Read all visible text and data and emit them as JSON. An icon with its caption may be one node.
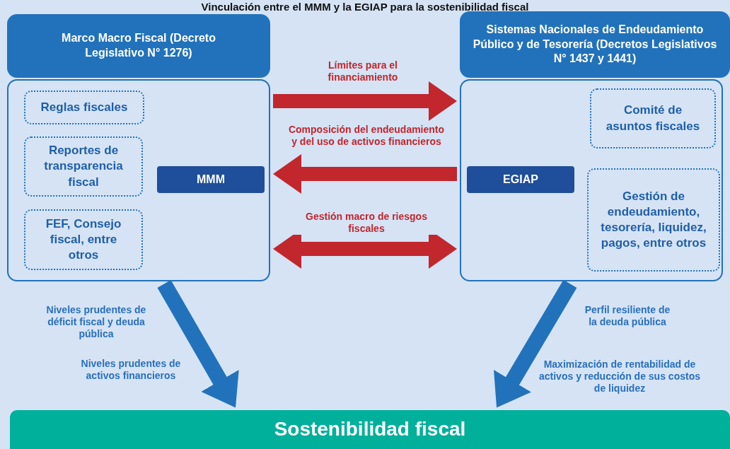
{
  "diagram": {
    "title": "Vinculación entre el MMM y la EGIAP para la sostenibilidad fiscal",
    "nodes": [
      {
        "text": [
          "Marco Macro Fiscal (Decreto Legislativo N° 1276)"
        ]
      },
      {
        "text": [],
        "shape": "box"
      },
      {
        "text": [
          "Reglas fiscales"
        ],
        "in": 1
      },
      {
        "text": [
          "Reportes de transparencia fiscal"
        ],
        "in": 1
      },
      {
        "text": [
          "FEF, Consejo fiscal, entre otros"
        ],
        "in": 1
      },
      {
        "text": [
          "MMM"
        ],
        "in": 1
      },
      {
        "text": [
          "Sistemas Nacionales de Endeudamiento Público y de Tesorería (Decretos Legislativos N° 1437 y 1441)"
        ]
      },
      {
        "text": [],
        "shape": "box"
      },
      {
        "text": [
          "EGIAP"
        ],
        "in": 7
      },
      {
        "text": [
          "Comité de asuntos fiscales"
        ],
        "in": 7
      },
      {
        "text": [
          "Gestión de endeudamiento, tesorería, liquidez, pagos, entre otros"
        ],
        "in": 7
      },
      {
        "text": [
          "Sostenibilidad fiscal"
        ]
      }
    ],
    "edges": [
      {
        "from": 1,
        "to": 7,
        "arrow": "to",
        "label": "Límites para el financiamiento"
      },
      {
        "from": 7,
        "to": 1,
        "arrow": "to",
        "label": "Composición del endeudamiento y del uso de activos financieros"
      },
      {
        "from": 1,
        "to": 7,
        "arrow": "both",
        "label": "Gestión macro de riesgos fiscales"
      },
      {
        "from": 1,
        "to": 11,
        "arrow": "to",
        "color": "#2272bb"
      },
      {
        "from": 7,
        "to": 11,
        "arrow": "to",
        "color": "#2272bb"
      }
    ],
    "labels": [
      "Niveles prudentes de déficit fiscal y deuda pública",
      "Perfil resiliente de la deuda pública",
      "Niveles prudentes de activos financieros",
      "Maximización de rentabilidad de activos y reducción de sus costos de liquidez"
    ]
  }
}
